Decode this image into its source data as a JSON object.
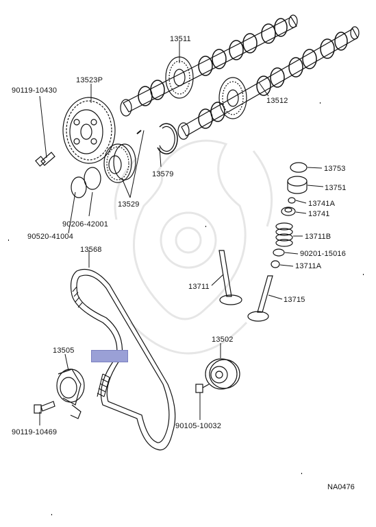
{
  "labels": {
    "p13511": "13511",
    "p13512": "13512",
    "p13523P": "13523P",
    "p90119_10430": "90119-10430",
    "p13579": "13579",
    "p13529": "13529",
    "p90206_42001": "90206-42001",
    "p90520_41004": "90520-41004",
    "p13568": "13568",
    "p13753": "13753",
    "p13751": "13751",
    "p13741A": "13741A",
    "p13741": "13741",
    "p13711B": "13711B",
    "p90201_15016": "90201-15016",
    "p13711A": "13711A",
    "p13711": "13711",
    "p13715": "13715",
    "p13505": "13505",
    "p13502": "13502",
    "p90119_10469": "90119-10469",
    "p90105_10032": "90105-10032"
  },
  "diagram_code": "NA0476",
  "colors": {
    "ink": "#111111",
    "highlight": "#9aa0d6",
    "watermark": "#e6e6e6"
  }
}
